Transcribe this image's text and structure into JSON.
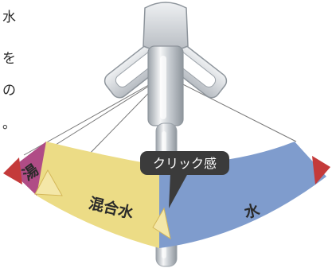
{
  "side_text": [
    "水",
    "を",
    "の",
    "。"
  ],
  "segments": {
    "hot": {
      "label": "湯",
      "color": "#b04c86"
    },
    "mixed": {
      "label": "混合水",
      "color": "#ecdc86"
    },
    "cold": {
      "label": "水",
      "color": "#7f9ccd"
    }
  },
  "arrow_color": "#c43a3a",
  "callout": {
    "label": "クリック感",
    "color": "#3b3b3b"
  },
  "faucet_color": "#cfd3d8"
}
